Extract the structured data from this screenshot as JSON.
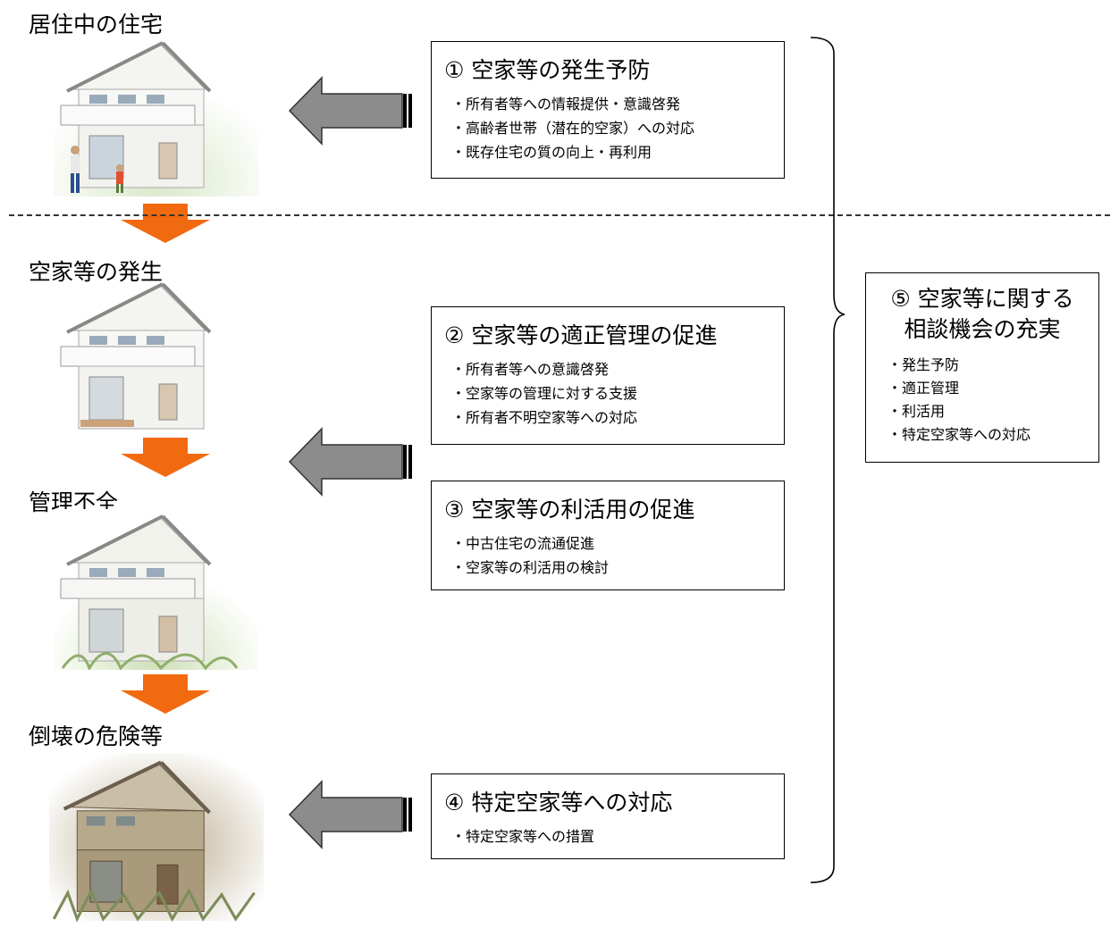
{
  "stages": [
    {
      "label": "居住中の住宅"
    },
    {
      "label": "空家等の発生"
    },
    {
      "label": "管理不全"
    },
    {
      "label": "倒壊の危険等"
    }
  ],
  "measures": [
    {
      "title": "①  空家等の発生予防",
      "items": [
        "所有者等への情報提供・意識啓発",
        "高齢者世帯（潜在的空家）への対応",
        "既存住宅の質の向上・再利用"
      ]
    },
    {
      "title": "②  空家等の適正管理の促進",
      "items": [
        "所有者等への意識啓発",
        "空家等の管理に対する支援",
        "所有者不明空家等への対応"
      ]
    },
    {
      "title": "③  空家等の利活用の促進",
      "items": [
        "中古住宅の流通促進",
        "空家等の利活用の検討"
      ]
    },
    {
      "title": "④  特定空家等への対応",
      "items": [
        "特定空家等への措置"
      ]
    }
  ],
  "consultation": {
    "title_line1": "⑤  空家等に関する",
    "title_line2": "相談機会の充実",
    "items": [
      "発生予防",
      "適正管理",
      "利活用",
      "特定空家等への対応"
    ]
  },
  "colors": {
    "flow_arrow": "#f26a10",
    "measure_arrow": "#8c8c8c"
  }
}
